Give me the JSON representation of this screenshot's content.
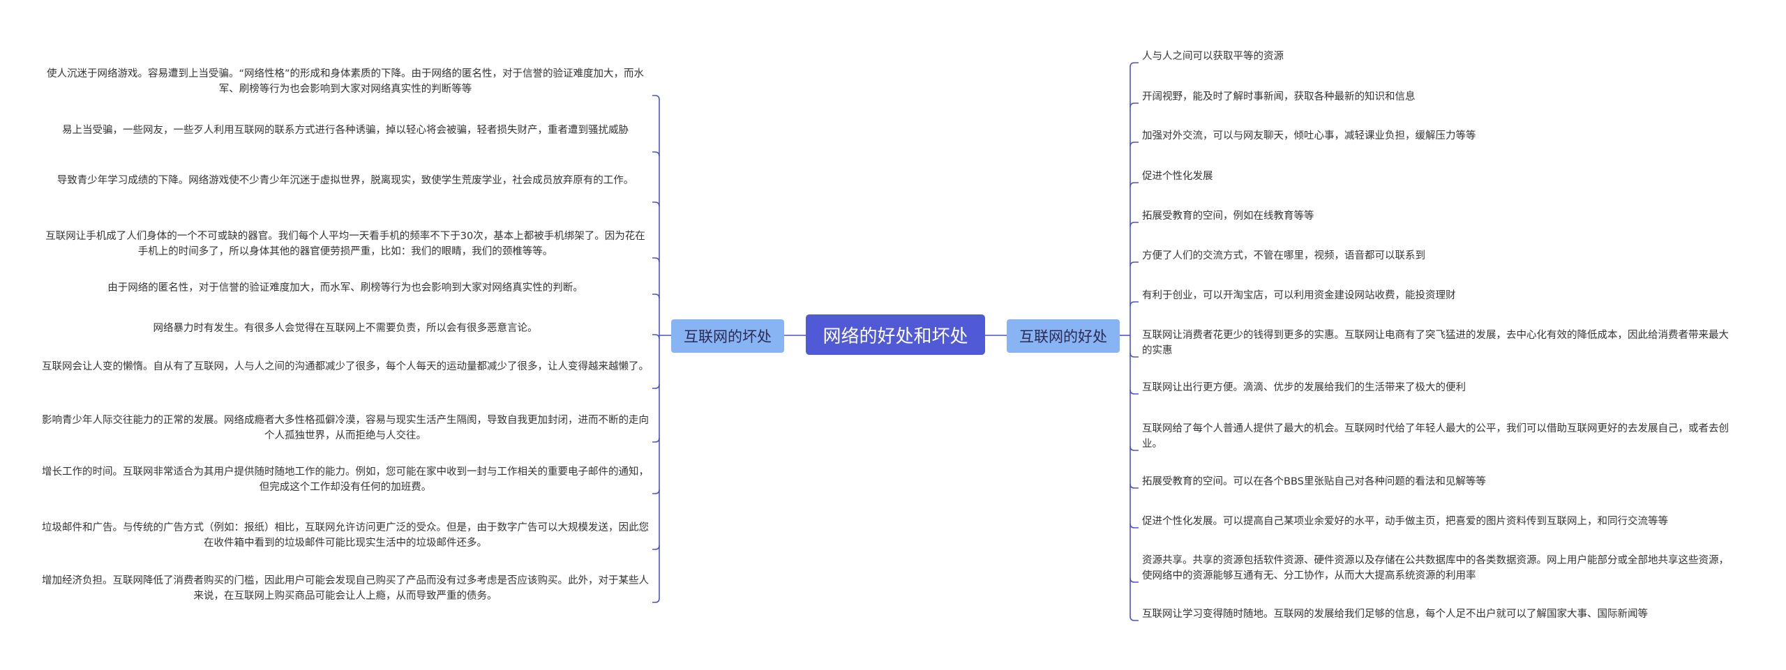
{
  "colors": {
    "central_bg": "#5059d6",
    "branch_bg": "#89b4f3",
    "line": "#4b53c9",
    "text": "#333333"
  },
  "central": {
    "label": "网络的好处和坏处"
  },
  "left_branch": {
    "label": "互联网的坏处",
    "items": [
      "使人沉迷于网络游戏。容易遭到上当受骗。“网络性格”的形成和身体素质的下降。由于网络的匿名性，对于信誉的验证难度加大，而水军、刷榜等行为也会影响到大家对网络真实性的判断等等",
      "易上当受骗，一些网友，一些歹人利用互联网的联系方式进行各种诱骗，掉以轻心将会被骗，轻者损失财产，重者遭到骚扰威胁",
      "导致青少年学习成绩的下降。网络游戏使不少青少年沉迷于虚拟世界，脱离现实，致使学生荒废学业，社会成员放弃原有的工作。",
      "互联网让手机成了人们身体的一个不可或缺的器官。我们每个人平均一天看手机的频率不下于30次，基本上都被手机绑架了。因为花在手机上的时间多了，所以身体其他的器官便劳损严重，比如：我们的眼睛，我们的颈椎等等。",
      "由于网络的匿名性，对于信誉的验证难度加大，而水军、刷榜等行为也会影响到大家对网络真实性的判断。",
      "网络暴力时有发生。有很多人会觉得在互联网上不需要负责，所以会有很多恶意言论。",
      "互联网会让人变的懒惰。自从有了互联网，人与人之间的沟通都减少了很多，每个人每天的运动量都减少了很多，让人变得越来越懒了。",
      "影响青少年人际交往能力的正常的发展。网络成瘾者大多性格孤僻冷漠，容易与现实生活产生隔阂，导致自我更加封闭，进而不断的走向个人孤独世界，从而拒绝与人交往。",
      "增长工作的时间。互联网非常适合为其用户提供随时随地工作的能力。例如，您可能在家中收到一封与工作相关的重要电子邮件的通知，但完成这个工作却没有任何的加班费。",
      "垃圾邮件和广告。与传统的广告方式（例如：报纸）相比，互联网允许访问更广泛的受众。但是，由于数字广告可以大规模发送，因此您在收件箱中看到的垃圾邮件可能比现实生活中的垃圾邮件还多。",
      "增加经济负担。互联网降低了消费者购买的门槛，因此用户可能会发现自己购买了产品而没有过多考虑是否应该购买。此外，对于某些人来说，在互联网上购买商品可能会让人上瘾，从而导致严重的债务。"
    ]
  },
  "right_branch": {
    "label": "互联网的好处",
    "items": [
      "人与人之间可以获取平等的资源",
      "开阔视野，能及时了解时事新闻，获取各种最新的知识和信息",
      "加强对外交流，可以与网友聊天，倾吐心事，减轻课业负担，缓解压力等等",
      "促进个性化发展",
      "拓展受教育的空间，例如在线教育等等",
      "方便了人们的交流方式，不管在哪里，视频，语音都可以联系到",
      "有利于创业，可以开淘宝店，可以利用资金建设网站收费，能投资理财",
      "互联网让消费者花更少的钱得到更多的实惠。互联网让电商有了突飞猛进的发展，去中心化有效的降低成本，因此给消费者带来最大的实惠",
      "互联网让出行更方便。滴滴、优步的发展给我们的生活带来了极大的便利",
      "互联网给了每个人普通人提供了最大的机会。互联网时代给了年轻人最大的公平，我们可以借助互联网更好的去发展自己，或者去创业。",
      "拓展受教育的空间。可以在各个BBS里张贴自己对各种问题的看法和见解等等",
      "促进个性化发展。可以提高自己某项业余爱好的水平，动手做主页，把喜爱的图片资料传到互联网上，和同行交流等等",
      "资源共享。共享的资源包括软件资源、硬件资源以及存储在公共数据库中的各类数据资源。网上用户能部分或全部地共享这些资源，使网络中的资源能够互通有无、分工协作，从而大大提高系统资源的利用率",
      "互联网让学习变得随时随地。互联网的发展给我们足够的信息，每个人足不出户就可以了解国家大事、国际新闻等"
    ]
  }
}
